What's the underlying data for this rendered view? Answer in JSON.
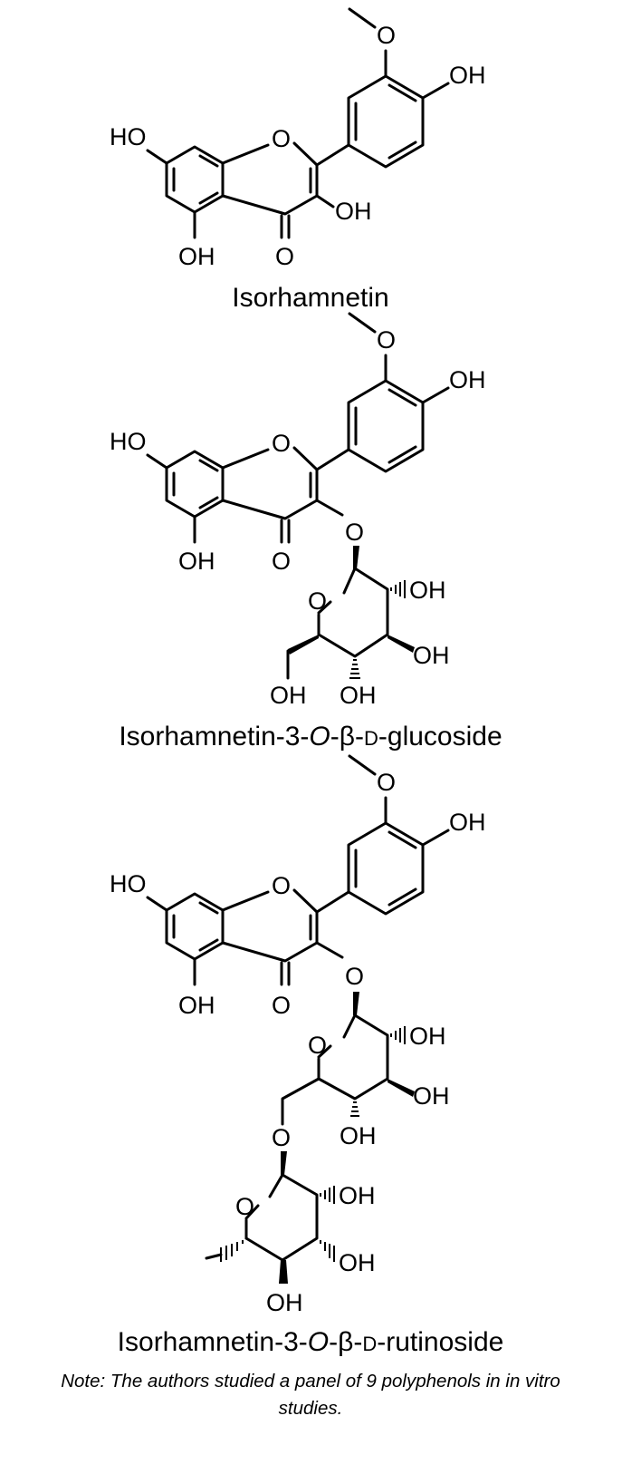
{
  "compounds": [
    {
      "name_parts": [
        "Isorhamnetin",
        "",
        "",
        "",
        ""
      ],
      "atoms": {
        "ho7": "HO",
        "oh4p": "OH",
        "oh3": "OH",
        "oh5": "OH",
        "o_ring": "O",
        "o_keto": "O",
        "o_methoxy": "O"
      }
    },
    {
      "name_parts": [
        "Isorhamnetin-3-",
        "O",
        "-β-",
        "D",
        "-glucoside"
      ],
      "atoms": {
        "ho7": "HO",
        "oh4p": "OH",
        "oh5": "OH",
        "o_ring": "O",
        "o_keto": "O",
        "o_methoxy": "O",
        "o_gly": "O",
        "o_sugar": "O",
        "sugar_oh2": "OH",
        "sugar_oh3": "OH",
        "sugar_oh4": "OH",
        "sugar_oh6": "OH"
      }
    },
    {
      "name_parts": [
        "Isorhamnetin-3-",
        "O",
        "-β-",
        "D",
        "-rutinoside"
      ],
      "atoms": {
        "ho7": "HO",
        "oh4p": "OH",
        "oh5": "OH",
        "o_ring": "O",
        "o_keto": "O",
        "o_methoxy": "O",
        "o_gly": "O",
        "o_sugar": "O",
        "sugar_oh2": "OH",
        "sugar_oh3": "OH",
        "sugar_oh4": "OH",
        "o_link": "O",
        "o_rham": "O",
        "rham_oh2": "OH",
        "rham_oh3": "OH",
        "rham_oh4": "OH"
      }
    }
  ],
  "note": {
    "line1": "Note: The authors studied a panel of 9 polyphenols in in vitro",
    "line2": "studies."
  }
}
